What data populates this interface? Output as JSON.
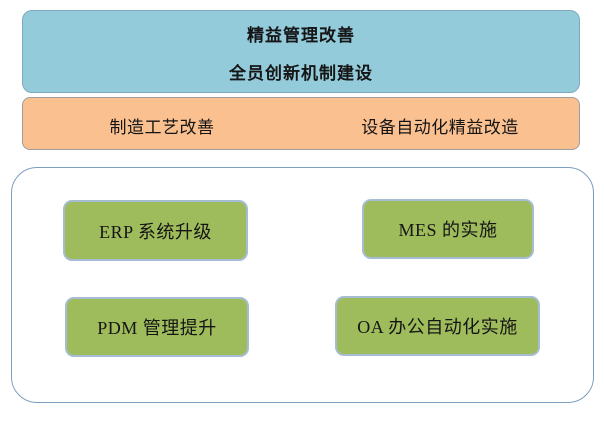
{
  "title_box": {
    "line1": "精益管理改善",
    "line2": "全员创新机制建设",
    "fill": "#93CBDB",
    "border": "#7FA9BE"
  },
  "improvement_box": {
    "left_label": "制造工艺改善",
    "right_label": "设备自动化精益改造",
    "fill": "#FAC090",
    "border": "#9D9D9D"
  },
  "systems_group": {
    "container_border": "#7C9EBF",
    "container_fill": "#FFFFFF",
    "box_fill": "#9FBC5C",
    "box_border": "#A6BCD3",
    "boxes": [
      {
        "label": "ERP 系统升级"
      },
      {
        "label": "MES 的实施"
      },
      {
        "label": "PDM 管理提升"
      },
      {
        "label": "OA 办公自动化实施"
      }
    ]
  },
  "colors": {
    "text": "#151515",
    "background": "#FFFFFF"
  }
}
